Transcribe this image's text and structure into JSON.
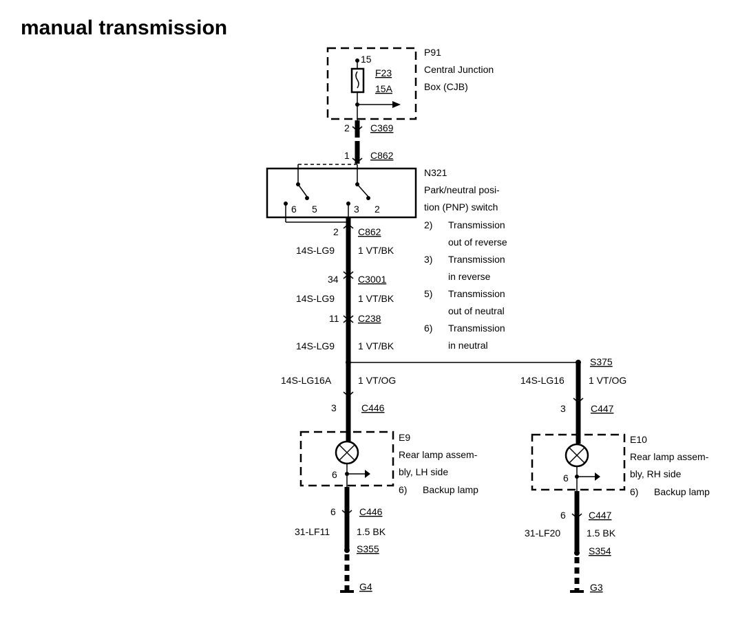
{
  "title": "manual transmission",
  "p91": {
    "id": "P91",
    "name_line1": "Central Junction",
    "name_line2": "Box (CJB)",
    "pin": "15",
    "fuse": "F23",
    "rating": "15A"
  },
  "c369": {
    "pin": "2",
    "name": "C369"
  },
  "c862_top": {
    "pin": "1",
    "name": "C862"
  },
  "n321": {
    "id": "N321",
    "name_line1": "Park/neutral posi-",
    "name_line2": "tion (PNP) switch",
    "pins": [
      "6",
      "5",
      "3",
      "2"
    ],
    "notes": [
      {
        "num": "2)",
        "line1": "Transmission",
        "line2": "out of reverse"
      },
      {
        "num": "3)",
        "line1": "Transmission",
        "line2": "in reverse"
      },
      {
        "num": "5)",
        "line1": "Transmission",
        "line2": "out of neutral"
      },
      {
        "num": "6)",
        "line1": "Transmission",
        "line2": "in neutral"
      }
    ]
  },
  "c862_bottom": {
    "pin": "2",
    "name": "C862"
  },
  "wire1": {
    "circuit": "14S-LG9",
    "spec": "1 VT/BK"
  },
  "c3001": {
    "pin": "34",
    "name": "C3001"
  },
  "wire2": {
    "circuit": "14S-LG9",
    "spec": "1 VT/BK"
  },
  "c238": {
    "pin": "11",
    "name": "C238"
  },
  "wire3": {
    "circuit": "14S-LG9",
    "spec": "1 VT/BK"
  },
  "s375": {
    "name": "S375"
  },
  "left_branch": {
    "wire": {
      "circuit": "14S-LG16A",
      "spec": "1 VT/OG"
    },
    "conn_in": {
      "pin": "3",
      "name": "C446"
    },
    "lamp": {
      "id": "E9",
      "line1": "Rear lamp assem-",
      "line2": "bly, LH side",
      "pin": "6",
      "note_num": "6)",
      "note": "Backup lamp"
    },
    "conn_out": {
      "pin": "6",
      "name": "C446"
    },
    "ground_wire": {
      "circuit": "31-LF11",
      "spec": "1.5 BK"
    },
    "splice": "S355",
    "ground": "G4"
  },
  "right_branch": {
    "wire": {
      "circuit": "14S-LG16",
      "spec": "1 VT/OG"
    },
    "conn_in": {
      "pin": "3",
      "name": "C447"
    },
    "lamp": {
      "id": "E10",
      "line1": "Rear lamp assem-",
      "line2": "bly, RH side",
      "pin": "6",
      "note_num": "6)",
      "note": "Backup lamp"
    },
    "conn_out": {
      "pin": "6",
      "name": "C447"
    },
    "ground_wire": {
      "circuit": "31-LF20",
      "spec": "1.5 BK"
    },
    "splice": "S354",
    "ground": "G3"
  }
}
